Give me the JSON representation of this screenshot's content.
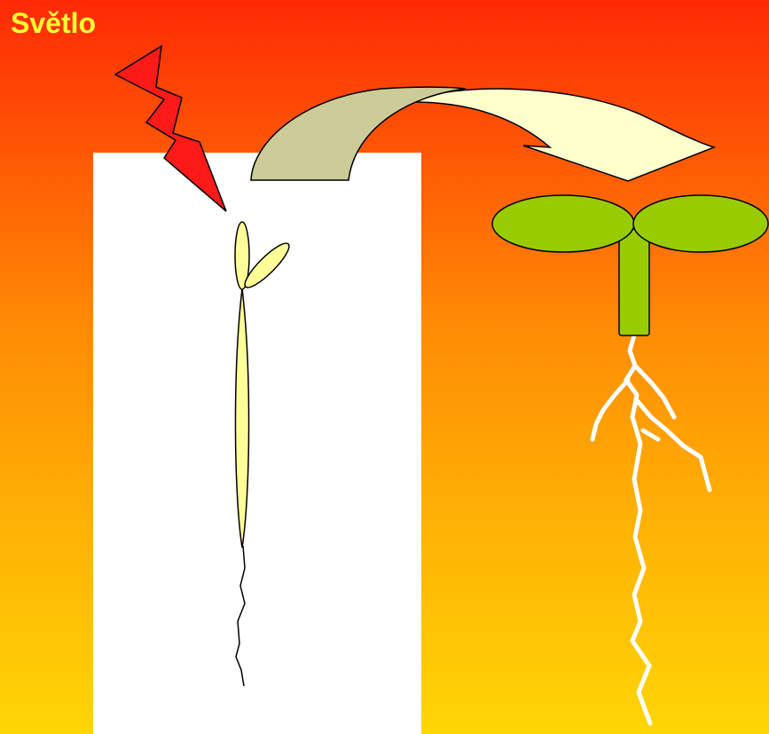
{
  "diagram": {
    "title": "Světlo",
    "elements": {
      "light_bolt": "lightning-icon",
      "dark_box": "dark-box",
      "etiolated_seedling": "etiolated-seedling",
      "transition_arrow": "curved-arrow",
      "green_seedling": "green-seedling"
    },
    "colors": {
      "title": "#ffff33",
      "bolt": "#ff1a1a",
      "dark_box": "#ffffff",
      "etiolated_tissue": "#ffff99",
      "arrow_tail": "#cccc99",
      "arrow_head": "#ffffcc",
      "cotyledons": "#99cc00",
      "roots": "#ffffff"
    }
  }
}
